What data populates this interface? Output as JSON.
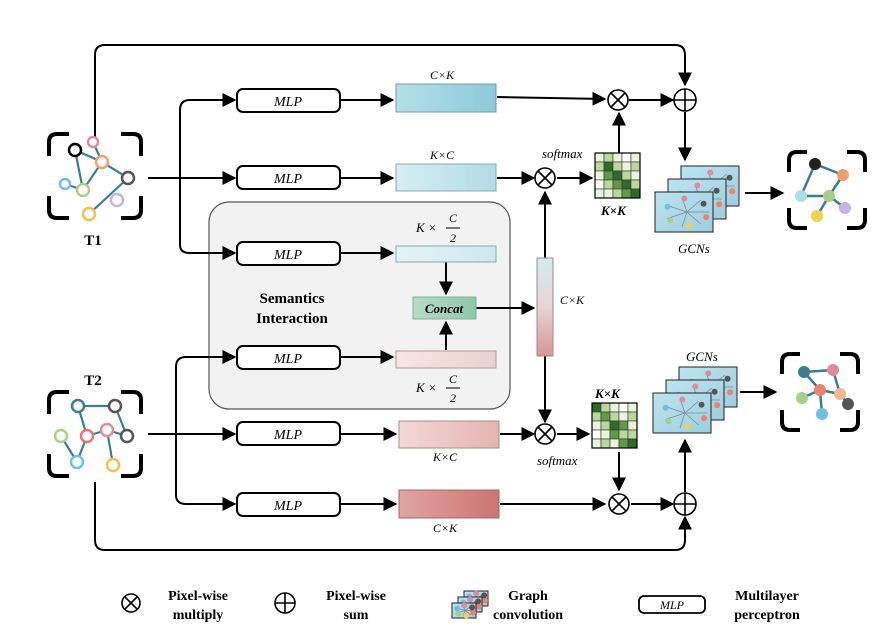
{
  "inputs": {
    "t1_label": "T1",
    "t2_label": "T2"
  },
  "mlp_label": "MLP",
  "dims": {
    "top_t1": "C×K",
    "mid_t1": "K×C",
    "sem_top_k": "K ×",
    "sem_c": "C",
    "sem_2": "2",
    "sem_bottom_k": "K ×",
    "concat_out": "C×K",
    "mid_t2": "K×C",
    "bottom_t2": "C×K",
    "attn_t1": "K×K",
    "attn_t2": "K×K"
  },
  "concat_label": "Concat",
  "semantics_title_line1": "Semantics",
  "semantics_title_line2": "Interaction",
  "softmax_t1": "softmax",
  "softmax_t2": "softmax",
  "gcns_t1": "GCNs",
  "gcns_t2": "GCNs",
  "legend": {
    "multiply_line1": "Pixel-wise",
    "multiply_line2": "multiply",
    "sum_line1": "Pixel-wise",
    "sum_line2": "sum",
    "graph_line1": "Graph",
    "graph_line2": "convolution",
    "mlp_box": "MLP",
    "mlp_line1": "Multilayer",
    "mlp_line2": "perceptron"
  },
  "colors": {
    "t1_feature_top": "#9fd3df",
    "t1_feature_mid": "#c7e6ee",
    "t2_feature_mid": "#eec9c6",
    "t2_feature_bot": "#d98a88",
    "concat_fill": "#9ecfb6",
    "semantics_fill": "#f2f2f2"
  }
}
